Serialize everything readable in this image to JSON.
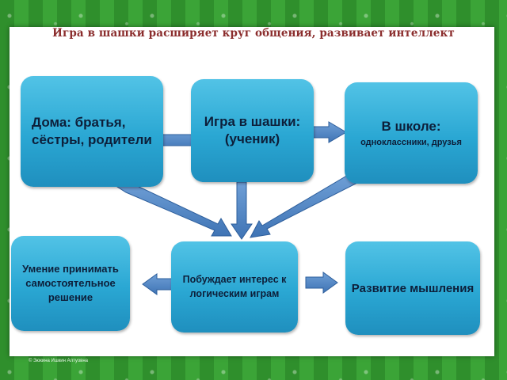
{
  "title": "Игра  в шашки расширяет круг общения, развивает интеллект",
  "boxes": {
    "home": {
      "line1": "Дома: братья,",
      "line2": "сёстры, родители"
    },
    "center": {
      "line1": "Игра в шашки:",
      "line2": "(ученик)"
    },
    "school": {
      "head": "В школе:",
      "sub": "одноклассники, друзья"
    },
    "decision": {
      "line1": "Умение принимать",
      "line2": "самостоятельное",
      "line3": "решение"
    },
    "interest": {
      "line1": "Побуждает интерес к",
      "line2": "логическим играм"
    },
    "thinking": {
      "line1": "Развитие мышления"
    }
  },
  "footer": "© Зюкина Ишкин Алтуовна",
  "colors": {
    "box": "#2aa7d3",
    "arrow": "#4f86c6",
    "title": "#8b2d2d",
    "frame": "#3ba437"
  }
}
